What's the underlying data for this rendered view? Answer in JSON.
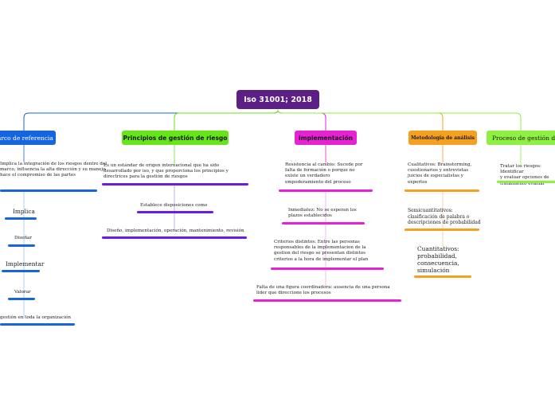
{
  "root": {
    "label": "Iso 31001; 2018",
    "color": "#5b1f86"
  },
  "branches": [
    {
      "id": "marco",
      "label": "Marco de referencia",
      "color": "#1565e0",
      "text_color": "#ffffff",
      "items": [
        {
          "text": "Implica la integración de los riesgos dentro del\nmarco, influencia la alta dirección y su manejo\nhace el compromiso de las partes"
        },
        {
          "text": "Implica"
        },
        {
          "text": "Diseñar"
        },
        {
          "text": "Implementar"
        },
        {
          "text": "Valorar"
        },
        {
          "text": "gestión en toda la organización"
        }
      ]
    },
    {
      "id": "principios",
      "label": "Principios de gestión de riesgo",
      "color": "#66e619",
      "text_color": "#1a1a1a",
      "items": [
        {
          "text": "Es un estándar de origen internacional que ha sido\ndesarrollado por iso, y que proporciona los principios y\ndirectrices para la gestión de riesgos"
        },
        {
          "text": "Establece disposiciones como"
        },
        {
          "text": "Diseño, implementación, operación, mantenimiento, revisión"
        }
      ]
    },
    {
      "id": "implementacion",
      "label": "Implementación",
      "color": "#e822d4",
      "text_color": "#1a1a1a",
      "items": [
        {
          "text": "Resistencia al cambio: Sucede  por\nfalta de formación o porque no\nexiste un verdadero\nempoderamiento del proceso"
        },
        {
          "text": "Inmediatez: No se esperan los\nplazos establecidos"
        },
        {
          "text": "Criterios distintos: Entre las personas\nresponsables de la implementacion de la\ngestion del riesgo se presentan distintos\ncriterios a la hora de implementar el plan"
        },
        {
          "text": "Falta de una figura coordinadora: ausencia de una persona\nlider que direccione los procesos"
        }
      ]
    },
    {
      "id": "metodologia",
      "label": "Metodología de análisis",
      "color": "#f5a01e",
      "text_color": "#1a1a1a",
      "items": [
        {
          "text": "Cualitativos: Brainstorming,\ncuestionarios y entrevistas\njuicios de especialistas y\nexpertos"
        },
        {
          "text": "Semicuantitativos:\nclasificación de palabra o\ndescripciones de probabilidad"
        },
        {
          "text": "Cuantitativos:\nprobabilidad,\nconsecuencia,\nsimulación"
        }
      ]
    },
    {
      "id": "proceso",
      "label": "Proceso de gestión de",
      "color": "#8ef040",
      "text_color": "#1a1a1a",
      "items": [
        {
          "text": "Tratar los riesgos: Identificar\ny evaluar opciones de\ntratamiento evaluar"
        }
      ]
    }
  ]
}
